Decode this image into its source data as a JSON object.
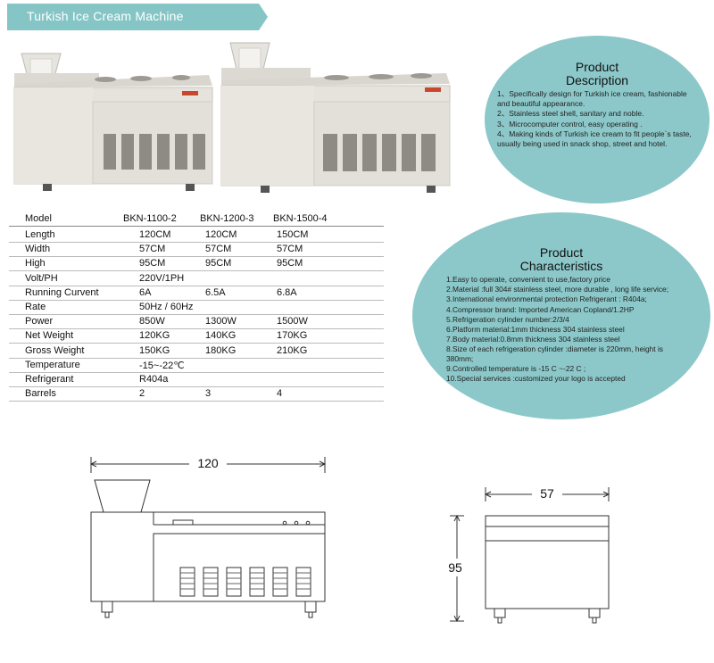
{
  "header": {
    "title": "Turkish Ice Cream Machine",
    "banner_color": "#85c5c6"
  },
  "product_description": {
    "title_line1": "Product",
    "title_line2": "Description",
    "items": [
      "1、Specifically design for Turkish ice cream, fashionable and beautiful appearance.",
      "2、Stainless steel shell, sanitary and noble.",
      "3、Microcomputer control, easy operating .",
      "4、Making kinds of Turkish ice cream to fit people`s taste, usually being used in snack shop, street and hotel."
    ]
  },
  "product_characteristics": {
    "title_line1": "Product",
    "title_line2": "Characteristics",
    "items": [
      "1.Easy to operate, convenient to use,factory price",
      "2.Material :full 304# stainless steel, more durable , long life service;",
      "3.International environmental protection Refrigerant : R404a;",
      "4.Compressor brand: Imported American Copland/1.2HP",
      "5.Refrigeration cylinder number:2/3/4",
      "6.Platform material:1mm thickness 304 stainless steel",
      "7.Body material:0.8mm thickness 304 stainless steel",
      "8.Size of each refrigeration cylinder :diameter is 220mm, height is 380mm;",
      "9.Controlled temperature is -15 C ~-22 C ;",
      "10.Special services :customized your logo is accepted"
    ]
  },
  "spec_table": {
    "header": [
      "Model",
      "BKN-1100-2",
      "BKN-1200-3",
      "BKN-1500-4"
    ],
    "rows": [
      [
        "Length",
        "120CM",
        "120CM",
        "150CM"
      ],
      [
        "Width",
        "57CM",
        "57CM",
        "57CM"
      ],
      [
        "High",
        "95CM",
        "95CM",
        "95CM"
      ],
      [
        "Volt/PH",
        "220V/1PH",
        "",
        ""
      ],
      [
        "Running Curvent",
        "6A",
        "6.5A",
        "6.8A"
      ],
      [
        "Rate",
        "50Hz / 60Hz",
        "",
        ""
      ],
      [
        "Power",
        "850W",
        "1300W",
        "1500W"
      ],
      [
        "Net Weight",
        "120KG",
        "140KG",
        "170KG"
      ],
      [
        "Gross Weight",
        "150KG",
        "180KG",
        "210KG"
      ],
      [
        "Temperature",
        "-15~-22℃",
        "",
        ""
      ],
      [
        "Refrigerant",
        "R404a",
        "",
        ""
      ],
      [
        "Barrels",
        "2",
        "3",
        "4"
      ]
    ]
  },
  "drawings": {
    "front_width": "120",
    "side_width": "57",
    "side_height": "95"
  },
  "colors": {
    "circle": "#8cc8c9",
    "steel": "#e4e1da",
    "steel_dark": "#b9b6ae",
    "line": "#333333"
  }
}
